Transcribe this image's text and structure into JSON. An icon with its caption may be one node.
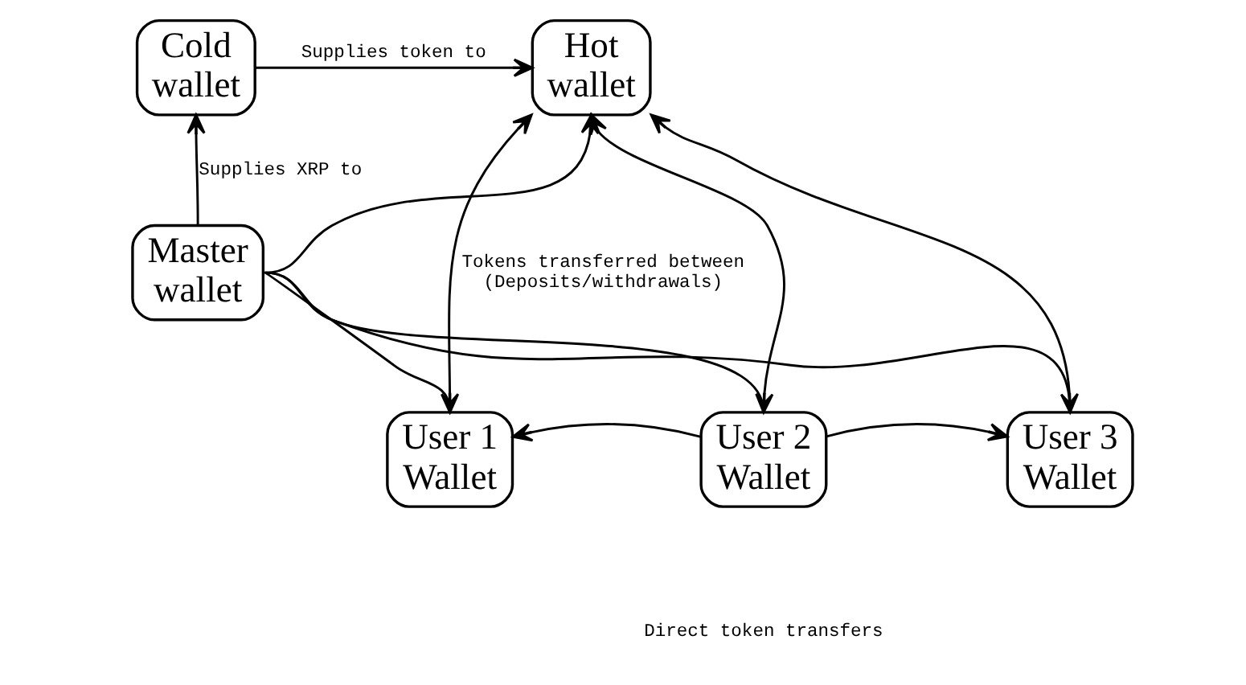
{
  "diagram": {
    "nodes": [
      {
        "text": [
          "Cold wallet"
        ]
      },
      {
        "text": [
          "Hot wallet"
        ]
      },
      {
        "text": [
          "Master wallet"
        ]
      },
      {
        "text": [
          "User 1 Wallet"
        ]
      },
      {
        "text": [
          "User 2 Wallet"
        ]
      },
      {
        "text": [
          "User 3 Wallet"
        ]
      }
    ],
    "edges": [
      {
        "from": 0,
        "to": 1,
        "arrow": "to",
        "label": "Supplies token to"
      },
      {
        "from": 2,
        "to": 0,
        "arrow": "to",
        "label": "Supplies XRP to"
      },
      {
        "from": 2,
        "to": 1,
        "arrow": "to"
      },
      {
        "from": 1,
        "to": 3,
        "arrow": "both",
        "label": "Tokens transferred between (Deposits/withdrawals)"
      },
      {
        "from": 1,
        "to": 4,
        "arrow": "both"
      },
      {
        "from": 1,
        "to": 5,
        "arrow": "both"
      },
      {
        "from": 2,
        "to": 3,
        "arrow": "none"
      },
      {
        "from": 2,
        "to": 4,
        "arrow": "none"
      },
      {
        "from": 2,
        "to": 5,
        "arrow": "none"
      },
      {
        "from": 4,
        "to": 3,
        "arrow": "to"
      },
      {
        "from": 4,
        "to": 5,
        "arrow": "to"
      }
    ],
    "labels": [
      "Direct token transfers"
    ]
  }
}
